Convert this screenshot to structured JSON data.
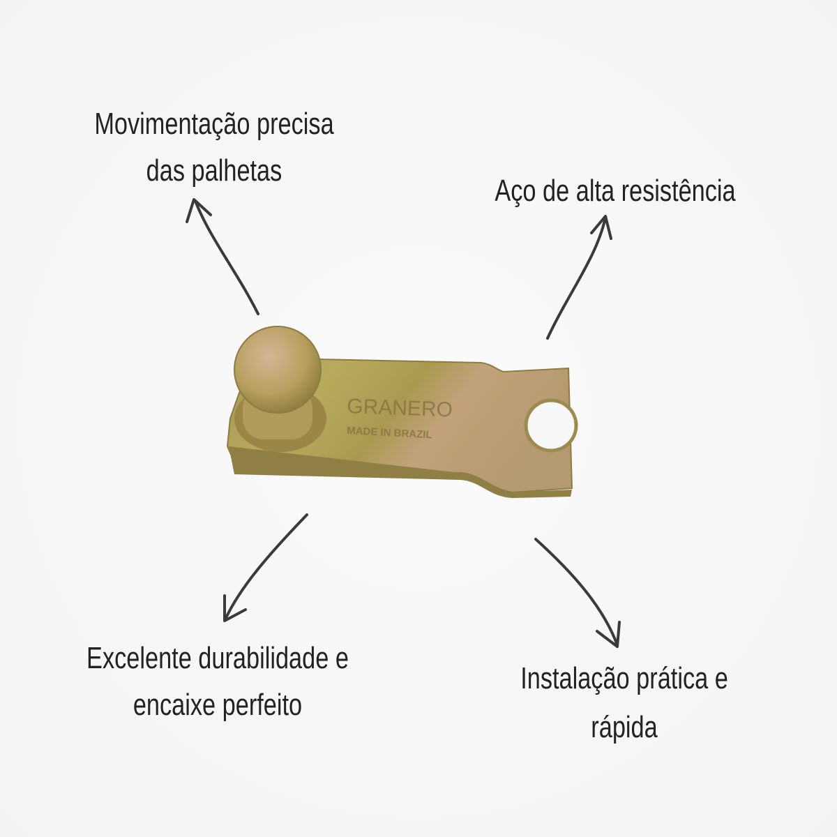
{
  "callouts": {
    "top_left": [
      "Movimentação precisa",
      "das palhetas"
    ],
    "top_right": [
      "Aço de alta resistência"
    ],
    "bottom_left": [
      "Excelente durabilidade e",
      "encaixe perfeito"
    ],
    "bottom_right": [
      "Instalação prática e",
      "rápida"
    ]
  },
  "product": {
    "engraving_brand": "GRANERO",
    "engraving_origin": "MADE IN BRAZIL"
  },
  "colors": {
    "text": "#222222",
    "arrow": "#3a3a3a",
    "metal": "#b5a35a"
  }
}
